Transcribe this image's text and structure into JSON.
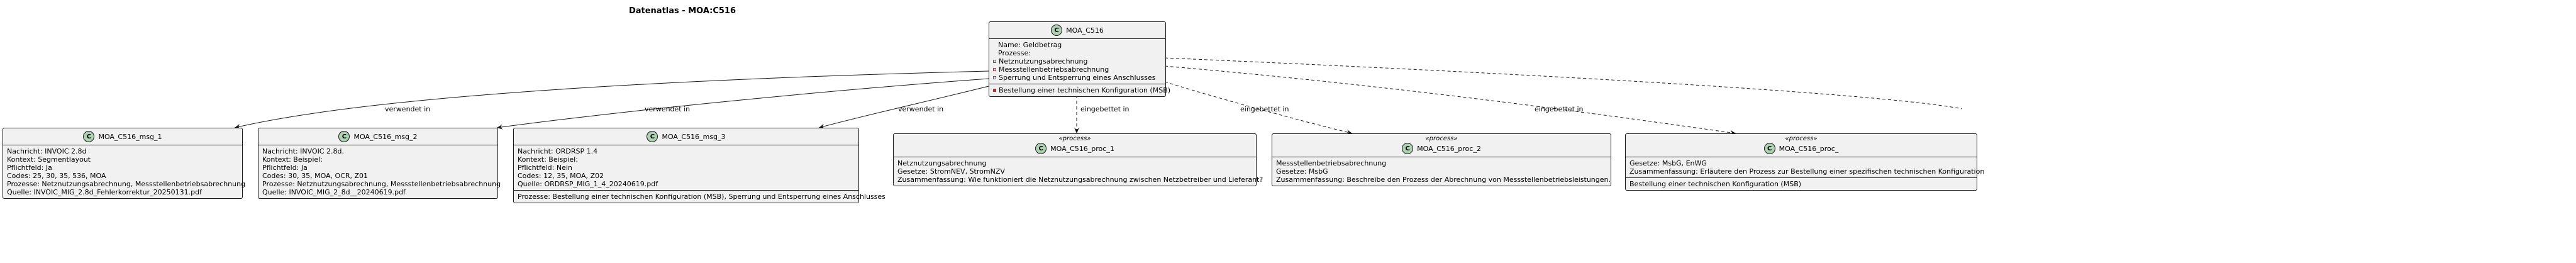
{
  "title": "Datenatlas - MOA:C516",
  "center": {
    "name": "MOA_C516",
    "icon": "C",
    "name_line": "Name: Geldbetrag",
    "processes_header": "Prozesse:",
    "processes": [
      "Netznutzungsabrechnung",
      "Messstellenbetriebsabrechnung",
      "Sperrung und Entsperrung eines Anschlusses",
      "Bestellung einer technischen Konfiguration (MSB)"
    ]
  },
  "messages": [
    {
      "name": "MOA_C516_msg_1",
      "icon": "C",
      "lines": [
        "Nachricht: INVOIC 2.8d",
        "Kontext: Segmentlayout",
        "Pflichtfeld: Ja",
        "Codes: 25, 30, 35, 536, MOA",
        "Prozesse: Netznutzungsabrechnung, Messstellenbetriebsabrechnung",
        "Quelle: INVOIC_MIG_2.8d_Fehlerkorrektur_20250131.pdf"
      ],
      "footer": ""
    },
    {
      "name": "MOA_C516_msg_2",
      "icon": "C",
      "lines": [
        "Nachricht: INVOIC 2.8d.",
        "Kontext: Beispiel:",
        "Pflichtfeld: Ja",
        "Codes: 30, 35, MOA, OCR, Z01",
        "Prozesse: Netznutzungsabrechnung, Messstellenbetriebsabrechnung",
        "Quelle: INVOIC_MIG_2_8d__20240619.pdf"
      ],
      "footer": ""
    },
    {
      "name": "MOA_C516_msg_3",
      "icon": "C",
      "lines": [
        "Nachricht: ORDRSP 1.4",
        "Kontext: Beispiel:",
        "Pflichtfeld: Nein",
        "Codes: 12, 35, MOA, Z02",
        "Quelle: ORDRSP_MIG_1_4_20240619.pdf"
      ],
      "footer": "Prozesse: Bestellung einer technischen Konfiguration (MSB), Sperrung und Entsperrung eines Anschlusses"
    }
  ],
  "procs": [
    {
      "stereotype": "«process»",
      "name": "MOA_C516_proc_1",
      "icon": "C",
      "lines": [
        "Netznutzungsabrechnung",
        "Gesetze: StromNEV, StromNZV",
        "Zusammenfassung: Wie funktioniert die Netznutzungsabrechnung zwischen Netzbetreiber und Lieferant?"
      ],
      "footer": ""
    },
    {
      "stereotype": "«process»",
      "name": "MOA_C516_proc_2",
      "icon": "C",
      "lines": [
        "Messstellenbetriebsabrechnung",
        "Gesetze: MsbG",
        "Zusammenfassung: Beschreibe den Prozess der Abrechnung von Messstellenbetriebsleistungen."
      ],
      "footer": ""
    },
    {
      "stereotype": "«process»",
      "name": "MOA_C516_proc_",
      "icon": "C",
      "lines": [
        "Gesetze: MsbG, EnWG",
        "Zusammenfassung: Erläutere den Prozess zur Bestellung einer spezifischen technischen Konfiguration"
      ],
      "footer": "Bestellung einer technischen Konfiguration (MSB)"
    }
  ],
  "edge_labels": {
    "msg_1": "verwendet in",
    "msg_2": "verwendet in",
    "msg_3": "verwendet in",
    "proc_1": "eingebettet in",
    "proc_2": "eingebettet in",
    "proc_3": "eingebettet in"
  },
  "colors": {
    "box_fill": "#F1F1F1",
    "border": "#181818",
    "class_icon": "#ADD1B2",
    "visibility_marker": "#C82930"
  }
}
